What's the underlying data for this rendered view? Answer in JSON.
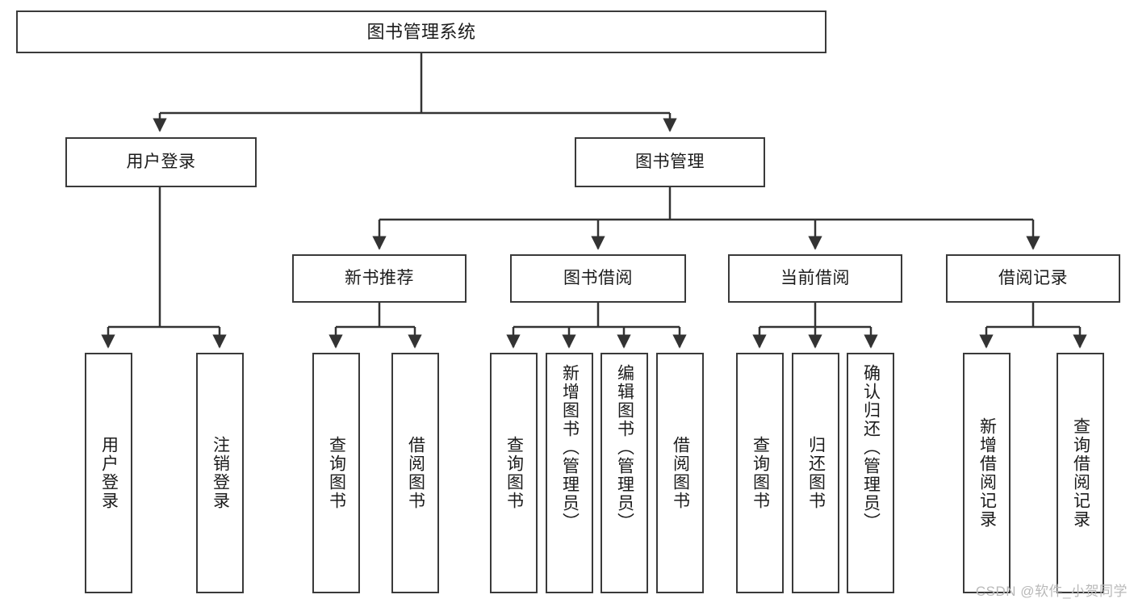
{
  "diagram": {
    "title": "图书管理系统",
    "watermark": "CSDN @软件_小贺同学",
    "colors": {
      "background": "#ffffff",
      "box_border": "#3a3a3a",
      "box_fill": "#ffffff",
      "text": "#1b1b1b",
      "edge": "#333333",
      "watermark": "#b9b9b9"
    },
    "levels": {
      "root": {
        "label": "图书管理系统"
      },
      "level2": [
        {
          "label": "用户登录"
        },
        {
          "label": "图书管理"
        }
      ],
      "level3": [
        {
          "label": "新书推荐"
        },
        {
          "label": "图书借阅"
        },
        {
          "label": "当前借阅"
        },
        {
          "label": "借阅记录"
        }
      ],
      "leaves_user_login": [
        {
          "label": "用户登录"
        },
        {
          "label": "注销登录"
        }
      ],
      "leaves_new_book": [
        {
          "label": "查询图书"
        },
        {
          "label": "借阅图书"
        }
      ],
      "leaves_borrow": [
        {
          "label": "查询图书"
        },
        {
          "label": "新增图书（管理员）"
        },
        {
          "label": "编辑图书（管理员）"
        },
        {
          "label": "借阅图书"
        }
      ],
      "leaves_current": [
        {
          "label": "查询图书"
        },
        {
          "label": "归还图书"
        },
        {
          "label": "确认归还（管理员）"
        }
      ],
      "leaves_records": [
        {
          "label": "新增借阅记录"
        },
        {
          "label": "查询借阅记录"
        }
      ]
    }
  }
}
